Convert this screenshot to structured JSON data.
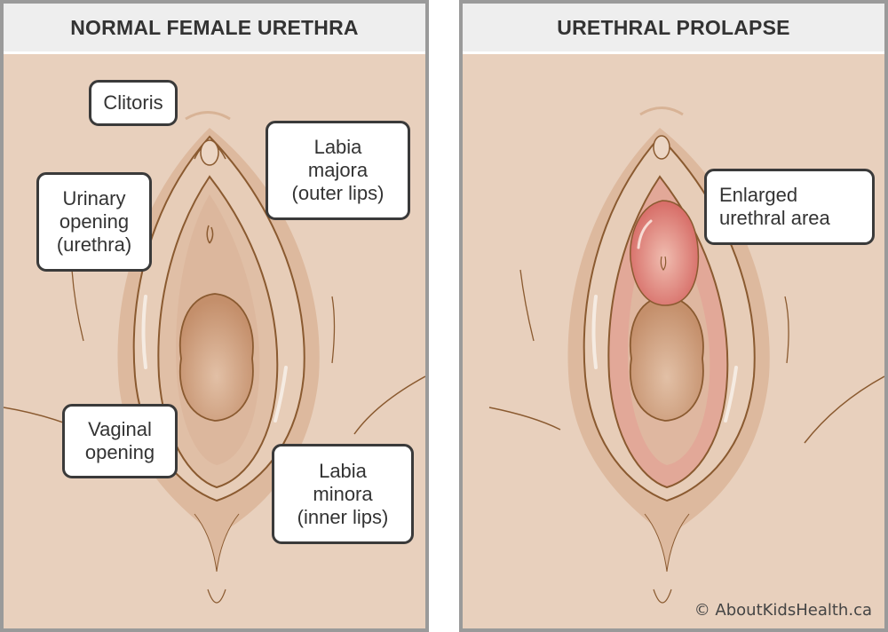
{
  "panels": [
    {
      "title": "NORMAL FEMALE URETHRA",
      "labels": [
        {
          "id": "clitoris",
          "lines": [
            "Clitoris"
          ]
        },
        {
          "id": "urinary-opening",
          "lines": [
            "Urinary",
            "opening",
            "(urethra)"
          ]
        },
        {
          "id": "labia-majora",
          "lines": [
            "Labia",
            "majora",
            "(outer lips)"
          ]
        },
        {
          "id": "vaginal-opening",
          "lines": [
            "Vaginal",
            "opening"
          ]
        },
        {
          "id": "labia-minora",
          "lines": [
            "Labia",
            "minora",
            "(inner lips)"
          ]
        }
      ]
    },
    {
      "title": "URETHRAL PROLAPSE",
      "labels": [
        {
          "id": "enlarged-urethral-area",
          "lines": [
            "Enlarged",
            "urethral area"
          ]
        }
      ]
    }
  ],
  "credit": "© AboutKidsHealth.ca",
  "colors": {
    "skin": "#e8d0bd",
    "skin_mid": "#dcb89e",
    "outline": "#8a5a30",
    "opening": "#c99573",
    "prolapse": "#d9706a",
    "header_bg": "#eeeeee",
    "border": "#9a9a9a",
    "title_text": "#333333"
  }
}
